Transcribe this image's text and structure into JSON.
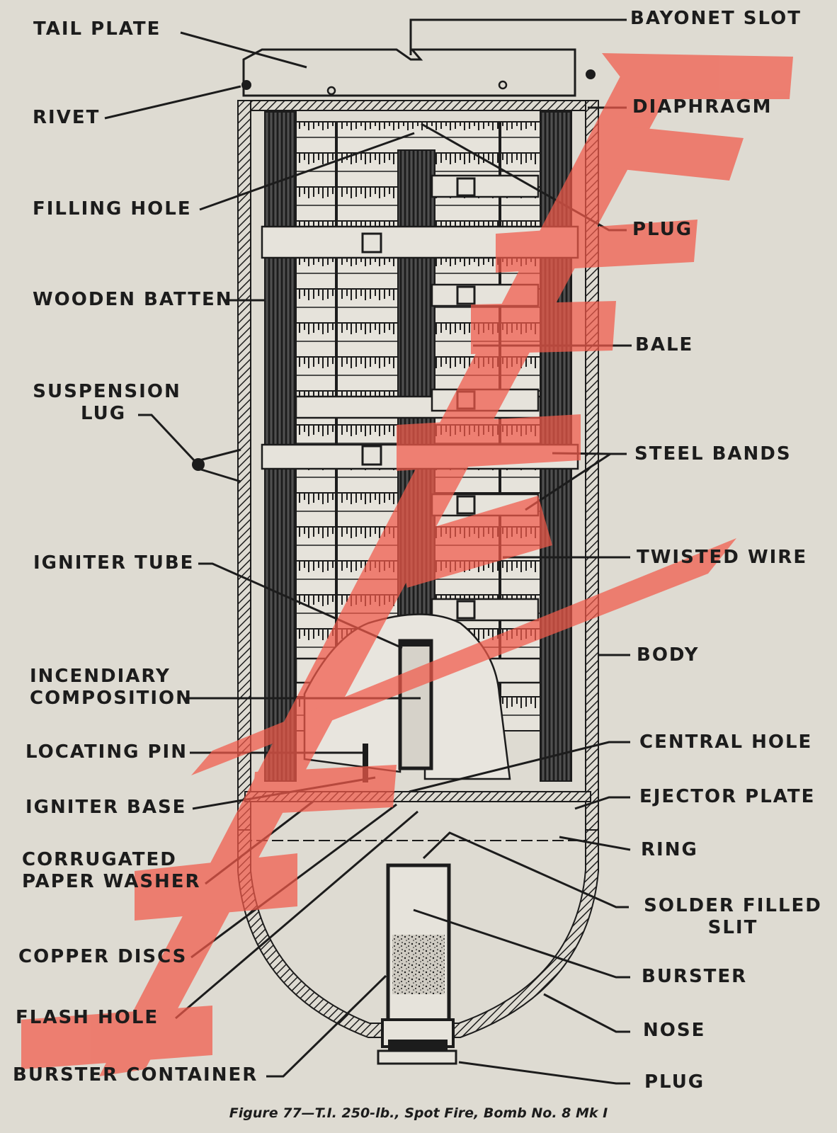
{
  "labels": {
    "tail_plate": "TAIL PLATE",
    "bayonet_slot": "BAYONET SLOT",
    "rivet": "RIVET",
    "diaphragm": "DIAPHRAGM",
    "filling_hole": "FILLING HOLE",
    "plug_top": "PLUG",
    "wooden_batten": "WOODEN BATTEN",
    "bale": "BALE",
    "suspension_lug_1": "SUSPENSION",
    "suspension_lug_2": "LUG",
    "steel_bands": "STEEL BANDS",
    "twisted_wire": "TWISTED WIRE",
    "igniter_tube": "IGNITER TUBE",
    "body": "BODY",
    "incendiary_1": "INCENDIARY",
    "incendiary_2": "COMPOSITION",
    "central_hole": "CENTRAL HOLE",
    "locating_pin": "LOCATING PIN",
    "ejector_plate": "EJECTOR PLATE",
    "igniter_base": "IGNITER BASE",
    "ring": "RING",
    "corrugated_1": "CORRUGATED",
    "corrugated_2": "PAPER WASHER",
    "solder_1": "SOLDER FILLED",
    "solder_2": "SLIT",
    "copper_discs": "COPPER DISCS",
    "burster": "BURSTER",
    "flash_hole": "FLASH HOLE",
    "nose": "NOSE",
    "burster_container": "BURSTER CONTAINER",
    "plug_bottom": "PLUG"
  },
  "caption": "Figure 77—T.I. 250-lb., Spot Fire, Bomb No. 8 Mk I",
  "colors": {
    "paper": "#dedbd2",
    "ink": "#1c1c1c",
    "watermark": "#f25a4a"
  }
}
